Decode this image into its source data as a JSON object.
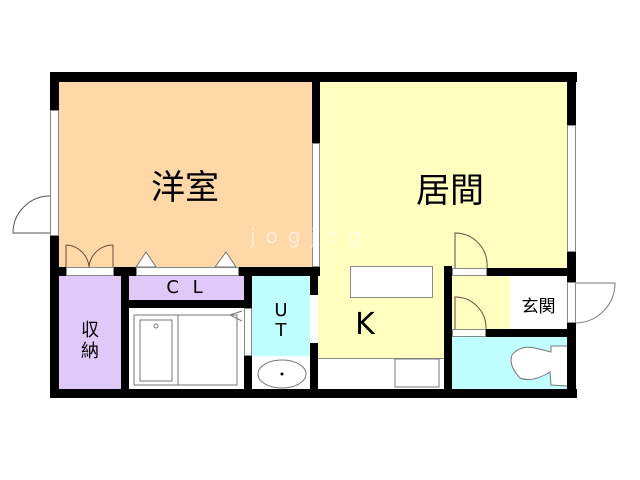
{
  "floor_plan": {
    "rooms": [
      {
        "id": "western-room",
        "label": "洋室",
        "color": "#FFD8A8"
      },
      {
        "id": "living-room",
        "label": "居間",
        "color": "#FFFFC0"
      },
      {
        "id": "closet",
        "label": "C L",
        "color": "#E0C8F8"
      },
      {
        "id": "storage",
        "label": "収\n納",
        "color": "#E0C8F8"
      },
      {
        "id": "utility",
        "label": "U\nT",
        "color": "#C0FFFF"
      },
      {
        "id": "kitchen",
        "label": "K",
        "color": "#FFFFC0"
      },
      {
        "id": "entrance",
        "label": "玄関",
        "color": "#FFFFFF"
      },
      {
        "id": "toilet",
        "label": "",
        "color": "#C0FFFF"
      },
      {
        "id": "bathroom",
        "label": "",
        "color": "#FFFFFF"
      }
    ],
    "labels": {
      "western_room": "洋室",
      "living_room": "居間",
      "closet": "C L",
      "storage_1": "収",
      "storage_2": "納",
      "utility_1": "U",
      "utility_2": "T",
      "kitchen": "K",
      "entrance": "玄関"
    },
    "watermark": "jogjog",
    "colors": {
      "wall": "#000000",
      "western_room": "#FFD8A8",
      "living_room": "#FFFFC0",
      "closet": "#E0C8F8",
      "utility": "#C0FFFF"
    }
  }
}
